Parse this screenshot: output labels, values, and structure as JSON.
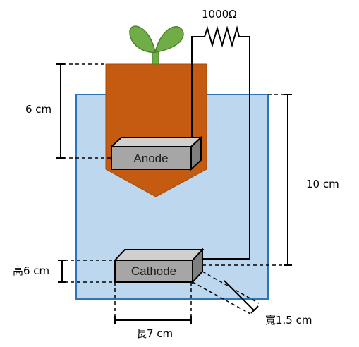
{
  "resistor": {
    "label": "1000Ω"
  },
  "anode": {
    "label": "Anode"
  },
  "cathode": {
    "label": "Cathode"
  },
  "dimensions": {
    "anode_depth": "6 cm",
    "water_height": "10 cm",
    "cathode_height": "高6 cm",
    "cathode_length": "長7 cm",
    "cathode_width": "寬1.5 cm"
  },
  "colors": {
    "water_fill": "#bdd7ee",
    "water_stroke": "#2e75b6",
    "soil_fill": "#c55a11",
    "electrode_front": "#a6a6a6",
    "electrode_top": "#d0d0d0",
    "electrode_side": "#7f7f7f",
    "leaf_fill": "#70ad47",
    "leaf_stroke": "#4e7f2e"
  }
}
